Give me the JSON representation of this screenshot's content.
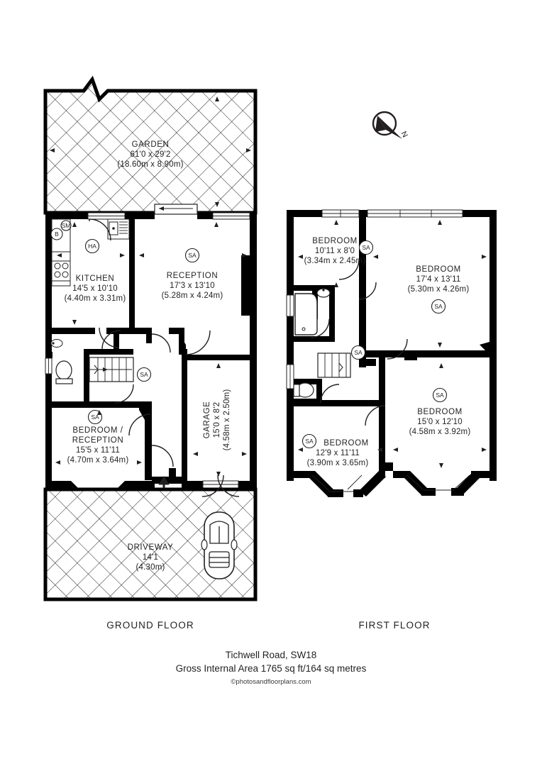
{
  "document": {
    "address": "Tichwell Road, SW18",
    "area_line": "Gross Internal Area 1765 sq ft/164 sq metres",
    "credit": "©photosandfloorplans.com"
  },
  "floors": [
    {
      "id": "ground",
      "title": "GROUND FLOOR"
    },
    {
      "id": "first",
      "title": "FIRST FLOOR"
    }
  ],
  "compass": {
    "label": "N",
    "name": "compass-rose"
  },
  "ground_floor": {
    "rooms": [
      {
        "key": "garden",
        "name": "GARDEN",
        "dim_ft": "61'0 x 29'2",
        "dim_m": "(18.60m x 8.90m)",
        "surface": "hatched"
      },
      {
        "key": "kitchen",
        "name": "KITCHEN",
        "dim_ft": "14'5 x 10'10",
        "dim_m": "(4.40m x 3.31m)",
        "surface": "plain"
      },
      {
        "key": "reception",
        "name": "RECEPTION",
        "dim_ft": "17'3 x 13'10",
        "dim_m": "(5.28m x 4.24m)",
        "surface": "plain"
      },
      {
        "key": "bedroom-reception",
        "name": "BEDROOM /",
        "name2": "RECEPTION",
        "dim_ft": "15'5 x 11'11",
        "dim_m": "(4.70m x 3.64m)",
        "surface": "plain"
      },
      {
        "key": "garage",
        "name": "GARAGE",
        "dim_ft": "15'0 x 8'2",
        "dim_m": "(4.58m x 2.50m)",
        "surface": "plain",
        "orientation": "vertical"
      },
      {
        "key": "driveway",
        "name": "DRIVEWAY",
        "dim_ft": "14'1",
        "dim_m": "(4.30m)",
        "surface": "hatched"
      }
    ],
    "markers": [
      {
        "label": "B",
        "role": "boiler"
      },
      {
        "label": "SM",
        "role": "smoke-alarm-small"
      },
      {
        "label": "HA",
        "role": "heat-alarm"
      },
      {
        "label": "SA",
        "role": "smoke-alarm"
      }
    ],
    "fixtures": [
      "hob",
      "sink",
      "toilet",
      "wash-basin",
      "staircase",
      "car"
    ]
  },
  "first_floor": {
    "rooms": [
      {
        "key": "bedroom-front-small",
        "name": "BEDROOM",
        "dim_ft": "10'11 x 8'0",
        "dim_m": "(3.34m x 2.45m)",
        "surface": "plain"
      },
      {
        "key": "bedroom-main",
        "name": "BEDROOM",
        "dim_ft": "17'4 x 13'11",
        "dim_m": "(5.30m x 4.26m)",
        "surface": "plain"
      },
      {
        "key": "bedroom-rear-right",
        "name": "BEDROOM",
        "dim_ft": "15'0 x 12'10",
        "dim_m": "(4.58m x 3.92m)",
        "surface": "plain"
      },
      {
        "key": "bedroom-rear-left",
        "name": "BEDROOM",
        "dim_ft": "12'9 x 11'11",
        "dim_m": "(3.90m x 3.65m)",
        "surface": "plain"
      }
    ],
    "markers": [
      {
        "label": "SA",
        "role": "smoke-alarm"
      }
    ],
    "fixtures": [
      "bath",
      "wash-basin",
      "toilet",
      "staircase"
    ]
  },
  "colors": {
    "wall": "#000000",
    "text": "#231f20",
    "background": "#ffffff",
    "hatch": "#231f20"
  }
}
